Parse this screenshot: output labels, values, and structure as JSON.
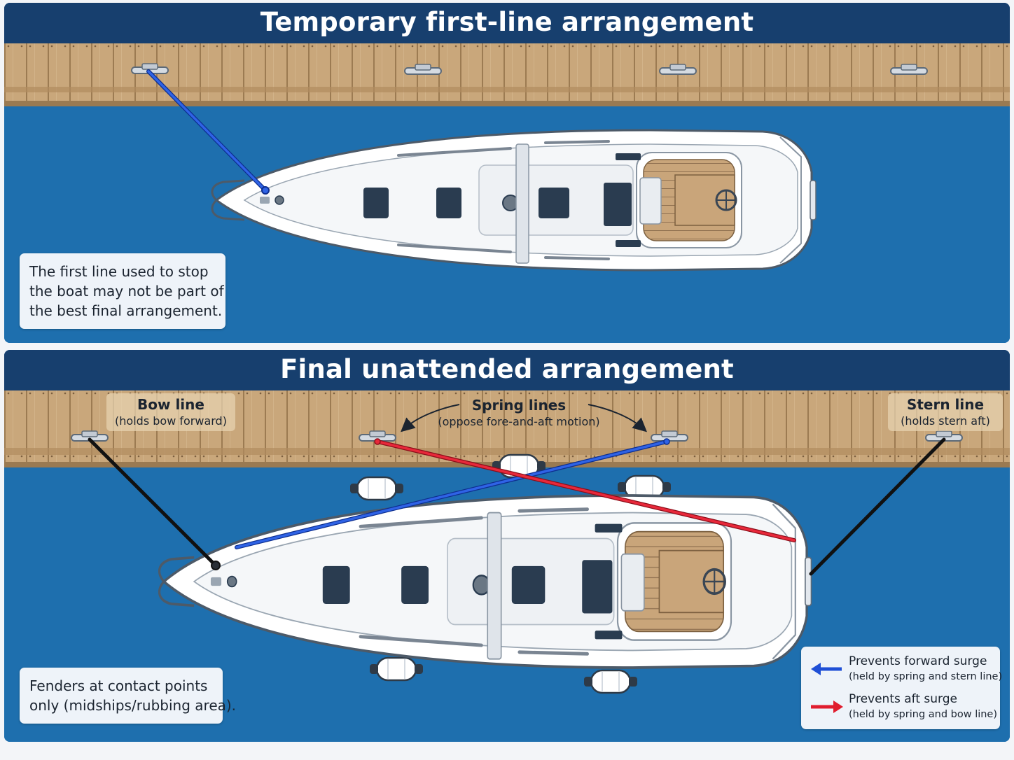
{
  "colors": {
    "water": "#1e6fae",
    "header": "#173f6e",
    "dock": "#c8a57a",
    "spring_forward": "#1f4fd6",
    "spring_aft": "#e01d2e",
    "bow_stern_line": "#111111",
    "first_line": "#1f4fd6"
  },
  "top_panel": {
    "title": "Temporary first-line arrangement",
    "note": [
      "The first line used to stop",
      "the boat may not be part of",
      "the best final arrangement."
    ]
  },
  "bottom_panel": {
    "title": "Final unattended arrangement",
    "bow_line": {
      "label": "Bow line",
      "sub": "(holds bow forward)"
    },
    "spring_lines": {
      "label": "Spring lines",
      "sub": "(oppose fore-and-aft motion)"
    },
    "stern_line": {
      "label": "Stern line",
      "sub": "(holds stern aft)"
    },
    "note": [
      "Fenders at contact points",
      "only (midships/rubbing area)."
    ],
    "legend": [
      {
        "icon": "arrow-left-blue-icon",
        "title": "Prevents forward surge",
        "sub": "(held by spring and stern line)"
      },
      {
        "icon": "arrow-right-red-icon",
        "title": "Prevents aft surge",
        "sub": "(held by spring and bow line)"
      }
    ]
  }
}
